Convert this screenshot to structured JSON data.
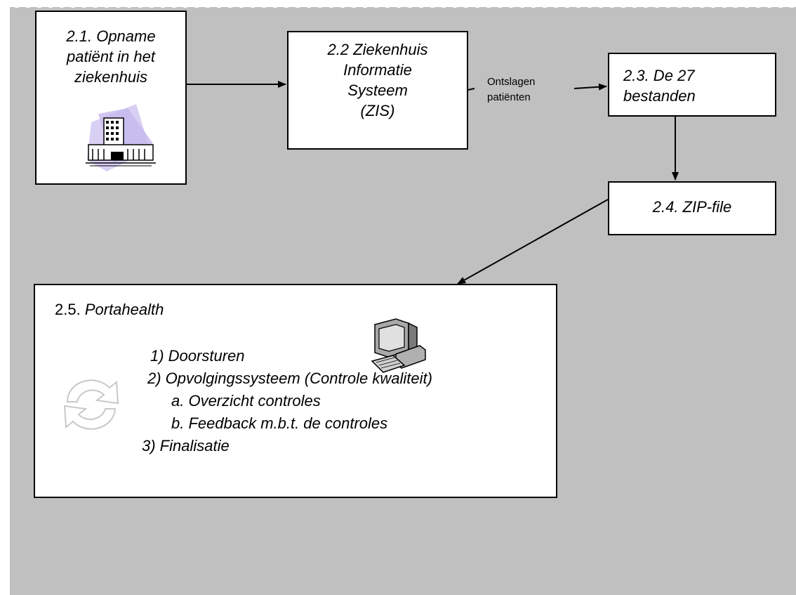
{
  "nodes": {
    "opname": {
      "lines": [
        "2.1. Opname",
        "patiënt in het",
        "ziekenhuis"
      ]
    },
    "zis": {
      "lines": [
        "2.2 Ziekenhuis",
        "Informatie",
        "Systeem",
        "(ZIS)"
      ]
    },
    "bestanden": {
      "lines": [
        "2.3. De 27",
        "bestanden"
      ]
    },
    "zip": {
      "label": "2.4. ZIP-file"
    },
    "portahealth": {
      "number": "2.5.",
      "name": "Portahealth",
      "items": [
        "1) Doorsturen",
        "2) Opvolgingssysteem (Controle kwaliteit)",
        "a. Overzicht controles",
        "b. Feedback m.b.t. de controles",
        "3) Finalisatie"
      ]
    }
  },
  "edges": {
    "zis_to_bestanden": {
      "label_lines": [
        "Ontslagen",
        "patiënten"
      ]
    }
  },
  "icons": [
    "hospital-icon",
    "computer-icon",
    "refresh-cycle-icon"
  ],
  "colors": {
    "background": "#c0c0c0",
    "box_fill": "#ffffff",
    "stroke": "#000000"
  }
}
